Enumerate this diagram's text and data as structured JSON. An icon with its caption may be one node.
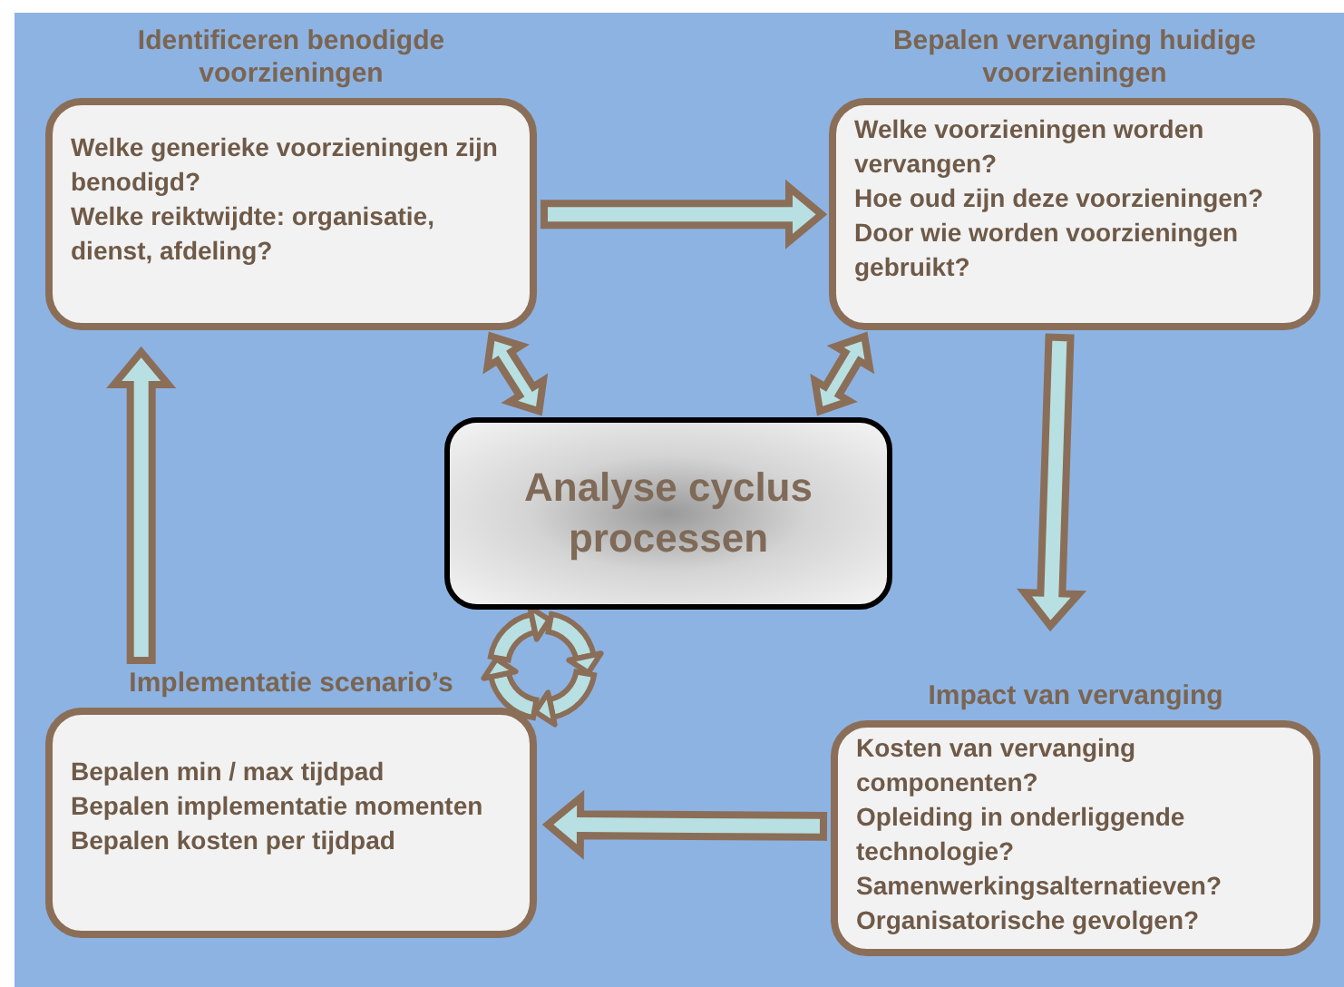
{
  "diagram": {
    "nodes": [
      {
        "text": [
          "Identificeren benodigde voorzieningen",
          "Welke generieke voorzieningen zijn benodigd?",
          "Welke reiktwijdte: organisatie, dienst, afdeling?"
        ]
      },
      {
        "text": [
          "Bepalen vervanging huidige voorzieningen",
          "Welke voorzieningen worden vervangen?",
          "Hoe oud zijn deze voorzieningen?",
          "Door wie worden voorzieningen gebruikt?"
        ]
      },
      {
        "text": [
          "Analyse cyclus processen"
        ]
      },
      {
        "text": [
          "Impact van vervanging",
          "Kosten van vervanging componenten?",
          "Opleiding in onderliggende technologie?",
          "Samenwerkingsalternatieven?",
          "Organisatorische gevolgen?"
        ]
      },
      {
        "text": [
          "Implementatie scenario’s",
          "Bepalen min / max tijdpad",
          "Bepalen implementatie momenten",
          "Bepalen kosten per tijdpad"
        ]
      }
    ],
    "edges": [
      {
        "from": 0,
        "to": 1,
        "arrow": "to"
      },
      {
        "from": 1,
        "to": 3,
        "arrow": "to"
      },
      {
        "from": 3,
        "to": 4,
        "arrow": "to"
      },
      {
        "from": 4,
        "to": 0,
        "arrow": "to"
      },
      {
        "from": 0,
        "to": 2,
        "arrow": "both"
      },
      {
        "from": 1,
        "to": 2,
        "arrow": "both"
      }
    ]
  }
}
